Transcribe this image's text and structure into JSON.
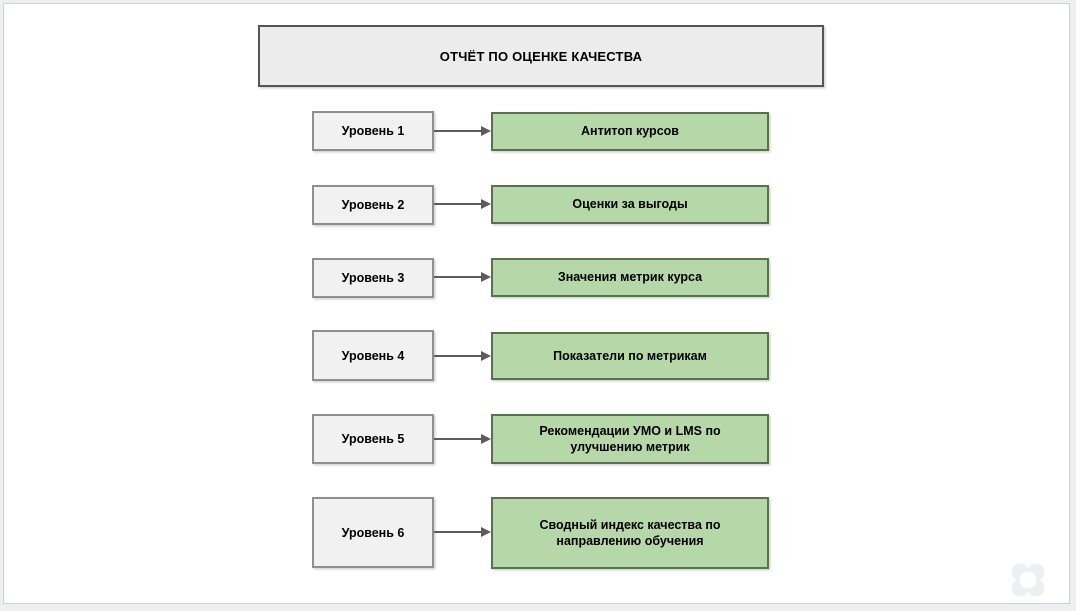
{
  "slide": {
    "title": "ОТЧЁТ ПО ОЦЕНКЕ КАЧЕСТВА"
  },
  "rows": [
    {
      "level": "Уровень 1",
      "value": "Антитоп курсов"
    },
    {
      "level": "Уровень 2",
      "value": "Оценки за выгоды"
    },
    {
      "level": "Уровень 3",
      "value": "Значения метрик курса"
    },
    {
      "level": "Уровень 4",
      "value": "Показатели по метрикам"
    },
    {
      "level": "Уровень 5",
      "value": "Рекомендации УМО и LMS по улучшению метрик"
    },
    {
      "level": "Уровень 6",
      "value": "Сводный индекс качества по направлению обучения"
    }
  ],
  "icons": {
    "watermark": "four-dot-clover-logo"
  },
  "colors": {
    "page_bg": "#edeff2",
    "canvas_bg": "#ffffff",
    "canvas_border": "#cdd1d6",
    "title_fill": "#ececec",
    "title_border": "#555555",
    "level_fill": "#f1f1f1",
    "level_border": "#8f8f8f",
    "green_fill": "#b6d7a8",
    "green_border": "#5b6f51",
    "arrow": "#5c5c5c",
    "text": "#000000",
    "logo": "#edeff3"
  }
}
